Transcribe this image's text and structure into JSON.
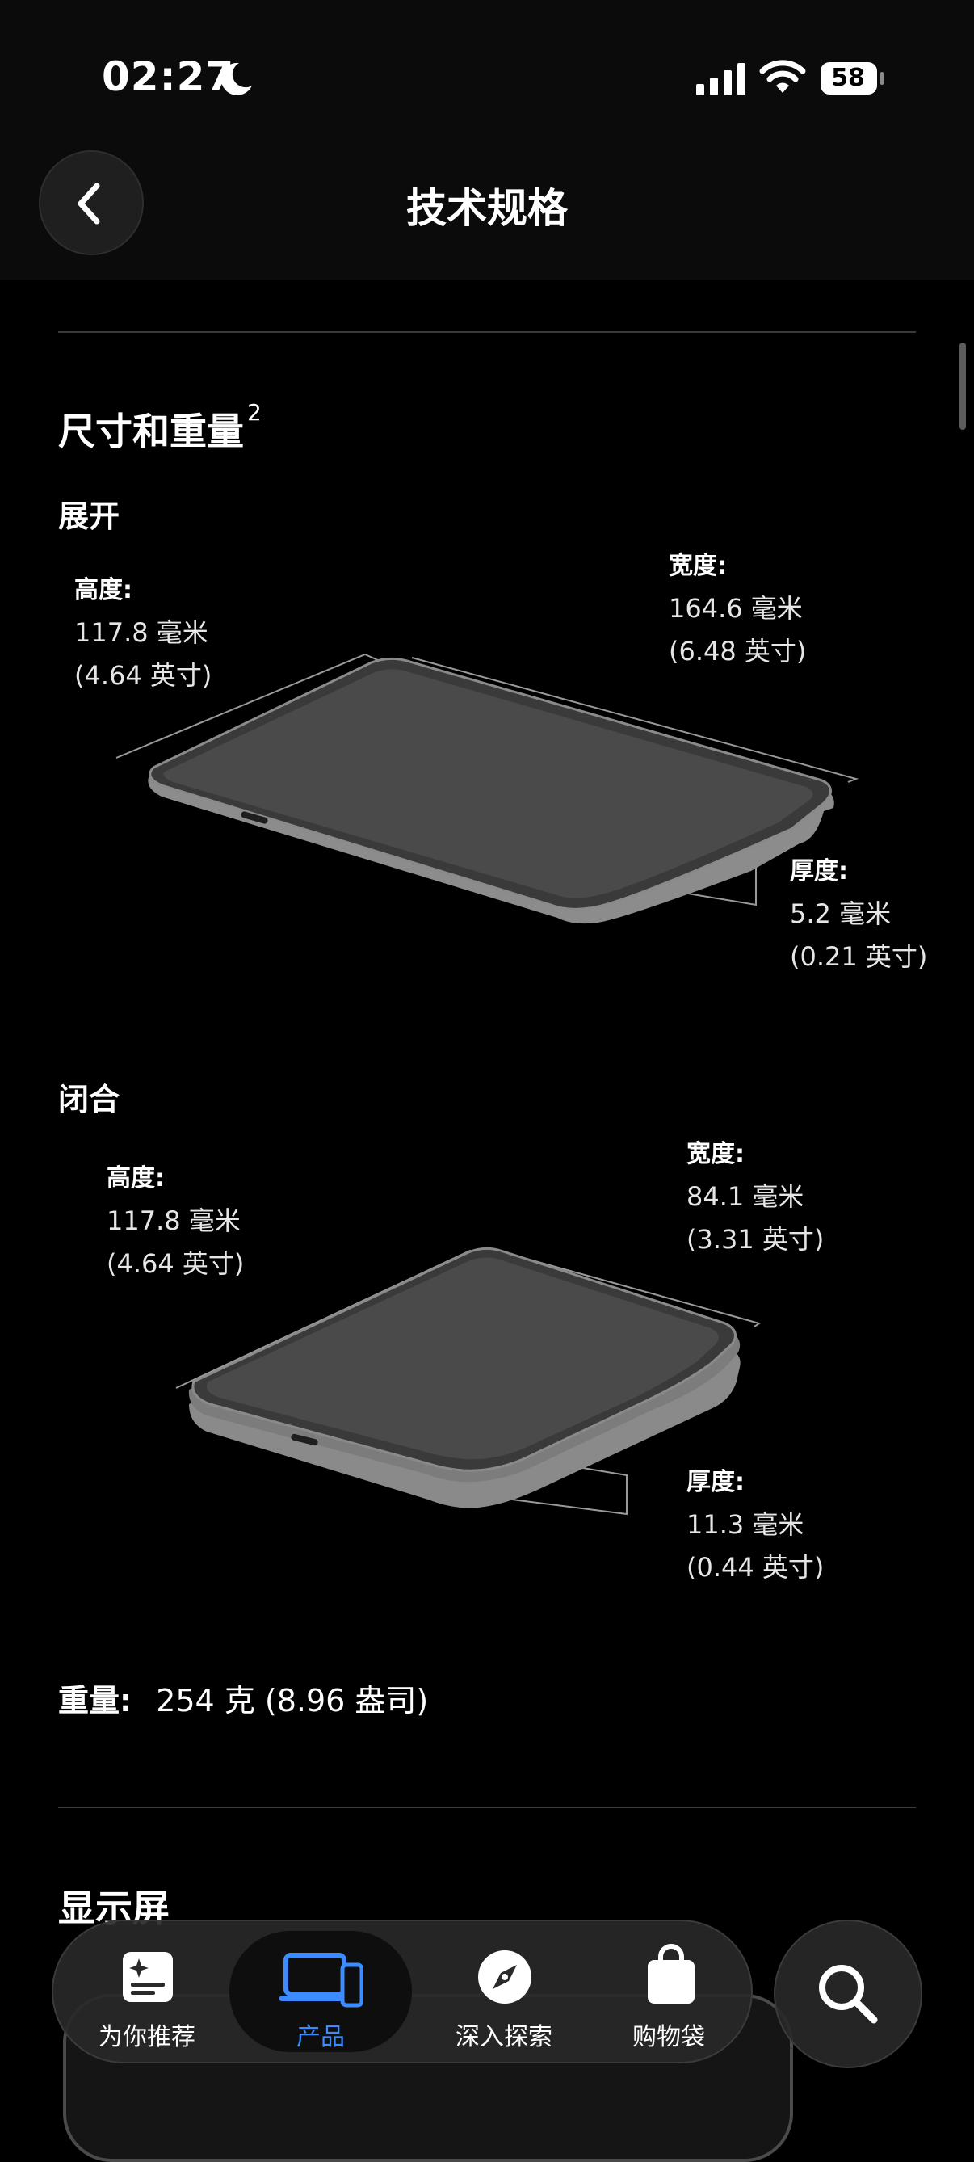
{
  "status_bar": {
    "time": "02:27",
    "battery": "58"
  },
  "nav": {
    "title": "技术规格"
  },
  "dimensions": {
    "heading": "尺寸和重量",
    "footnote": "2",
    "unfolded": {
      "title": "展开",
      "height": {
        "label": "高度:",
        "mm": "117.8 毫米",
        "inch": "(4.64 英寸)"
      },
      "width": {
        "label": "宽度:",
        "mm": "164.6 毫米",
        "inch": "(6.48 英寸)"
      },
      "depth": {
        "label": "厚度:",
        "mm": "5.2 毫米",
        "inch": "(0.21 英寸)"
      }
    },
    "folded": {
      "title": "闭合",
      "height": {
        "label": "高度:",
        "mm": "117.8 毫米",
        "inch": "(4.64 英寸)"
      },
      "width": {
        "label": "宽度:",
        "mm": "84.1 毫米",
        "inch": "(3.31 英寸)"
      },
      "depth": {
        "label": "厚度:",
        "mm": "11.3 毫米",
        "inch": "(0.44 英寸)"
      }
    },
    "weight": {
      "label": "重量:",
      "value": "254 克 (8.96 盎司)"
    }
  },
  "display_section": {
    "heading": "显示屏"
  },
  "tabbar": {
    "tabs": [
      {
        "label": "为你推荐",
        "icon": "recommend-icon",
        "active": false
      },
      {
        "label": "产品",
        "icon": "devices-icon",
        "active": true
      },
      {
        "label": "深入探索",
        "icon": "compass-icon",
        "active": false
      },
      {
        "label": "购物袋",
        "icon": "bag-icon",
        "active": false
      }
    ],
    "accent": "#3d8cff"
  }
}
